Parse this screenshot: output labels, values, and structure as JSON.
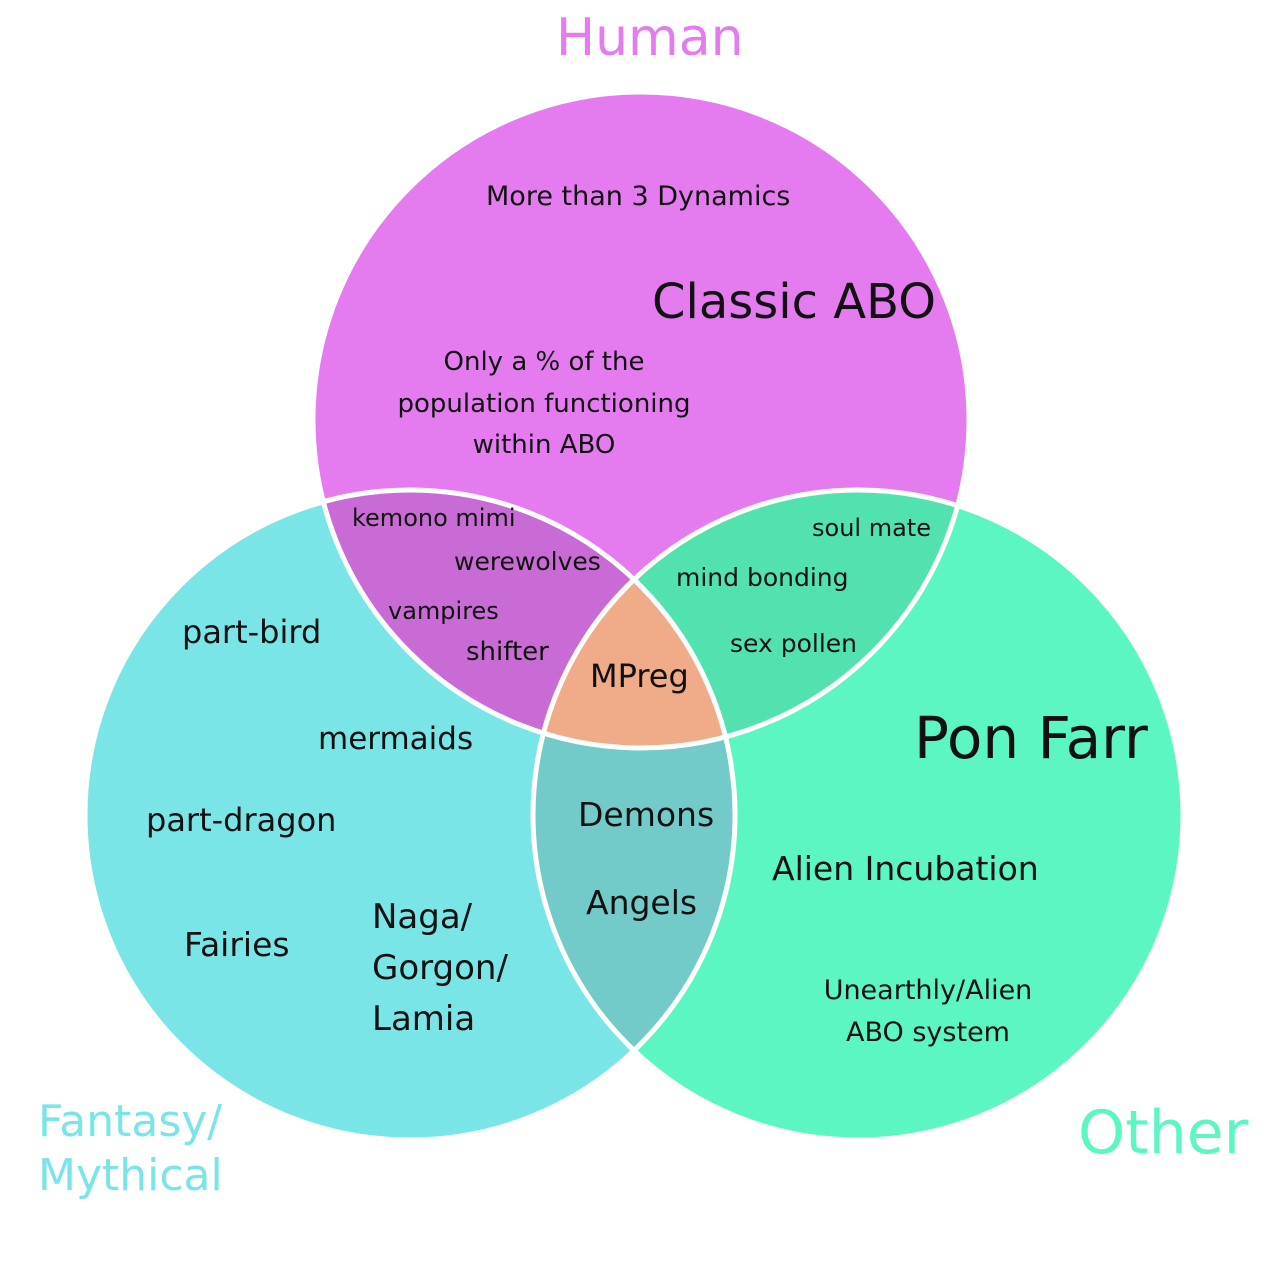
{
  "diagram": {
    "colors": {
      "human": "#e47cf0",
      "fantasy": "#7ae5e6",
      "other": "#5cf6c2",
      "human_fantasy": "#c86bd4",
      "human_other": "#52e2b0",
      "fantasy_other": "#72cbc9",
      "center": "#f0ac88",
      "outline": "#ffffff"
    },
    "sets": {
      "human": {
        "label": "Human",
        "color": "#e47cf0"
      },
      "fantasy": {
        "label": "Fantasy/\nMythical",
        "color": "#7ae5e6"
      },
      "other": {
        "label": "Other",
        "color": "#5cf6c2"
      }
    },
    "human_only": [
      "More than 3 Dynamics",
      "Classic ABO",
      "Only a % of the\npopulation functioning\nwithin ABO"
    ],
    "fantasy_only": [
      "part-bird",
      "mermaids",
      "part-dragon",
      "Fairies",
      "Naga/\nGorgon/\nLamia"
    ],
    "other_only": [
      "Pon Farr",
      "Alien Incubation",
      "Unearthly/Alien\nABO system"
    ],
    "human_fantasy": [
      "kemono mimi",
      "werewolves",
      "vampires",
      "shifter"
    ],
    "human_other": [
      "soul mate",
      "mind bonding",
      "sex pollen"
    ],
    "fantasy_other": [
      "Demons",
      "Angels"
    ],
    "center": [
      "MPreg"
    ]
  }
}
